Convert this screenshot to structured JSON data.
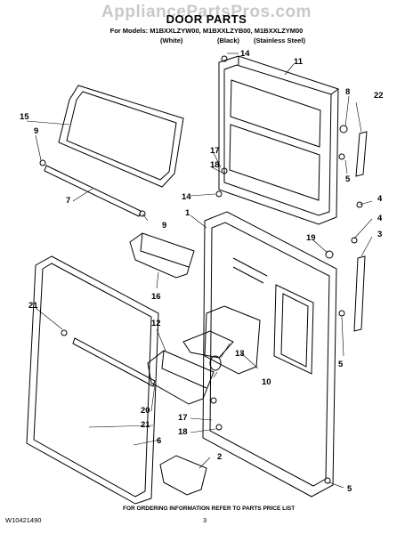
{
  "header": {
    "watermark": "AppliancePartsPros.com",
    "title": "DOOR PARTS",
    "models_line": "For Models: M1BXXLZYW00, M1BXXLZYB00, M1BXXLZYM00",
    "color_white": "(White)",
    "color_black": "(Black)",
    "color_stainless": "(Stainless Steel)"
  },
  "callouts": [
    "14",
    "11",
    "8",
    "22",
    "15",
    "9",
    "17",
    "18",
    "5",
    "7",
    "14",
    "1",
    "4",
    "4",
    "9",
    "19",
    "3",
    "16",
    "21",
    "12",
    "13",
    "10",
    "5",
    "20",
    "21",
    "17",
    "18",
    "6",
    "2",
    "5"
  ],
  "footer": {
    "ordering_note": "FOR ORDERING INFORMATION REFER TO PARTS PRICE LIST",
    "part_number": "W10421490",
    "page_number": "3"
  }
}
